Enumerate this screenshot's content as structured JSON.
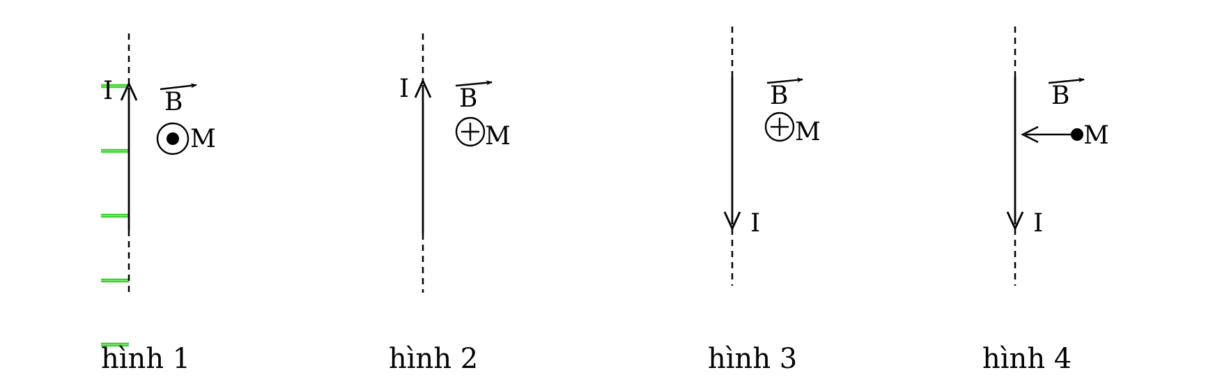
{
  "figures": [
    {
      "caption": "hình 1",
      "current_label": "I",
      "current_direction": "up",
      "field_label": "B",
      "point_label": "M",
      "field_symbol": "dot-in-circle"
    },
    {
      "caption": "hình 2",
      "current_label": "I",
      "current_direction": "up",
      "field_label": "B",
      "point_label": "M",
      "field_symbol": "cross-in-circle"
    },
    {
      "caption": "hình 3",
      "current_label": "I",
      "current_direction": "down",
      "field_label": "B",
      "point_label": "M",
      "field_symbol": "cross-in-circle"
    },
    {
      "caption": "hình 4",
      "current_label": "I",
      "current_direction": "down",
      "field_label": "B",
      "point_label": "M",
      "field_symbol": "arrow-left"
    }
  ],
  "colors": {
    "ink": "#000000",
    "green_marks": "#39d42b",
    "background": "#ffffff"
  }
}
